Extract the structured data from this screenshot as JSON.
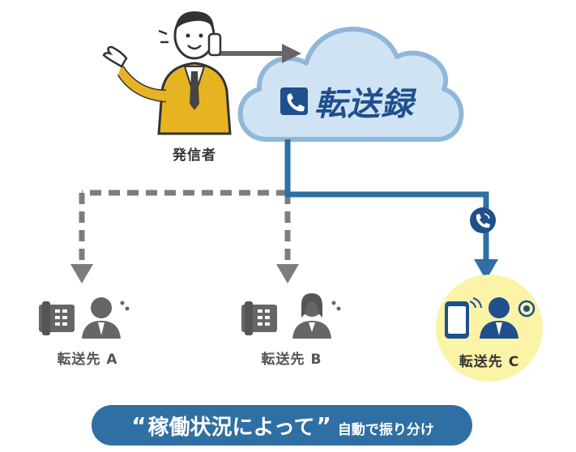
{
  "brand": {
    "name": "転送録",
    "icon": "phone-square-icon",
    "color": "#1f4f8c"
  },
  "caller": {
    "label": "発信者",
    "icon": "businessman-on-phone-icon"
  },
  "destinations": [
    {
      "label": "転送先 A",
      "status": "unavailable"
    },
    {
      "label": "転送先 B",
      "status": "unavailable"
    },
    {
      "label": "転送先 C",
      "status": "connected"
    }
  ],
  "banner": {
    "quote_open": "“",
    "main": "稼働状況によって",
    "quote_close": "”",
    "sub": "自動で振り分け"
  },
  "colors": {
    "cloud_fill": "#cfe3f4",
    "cloud_stroke": "#8fb7da",
    "route_active": "#2f6fa3",
    "route_inactive": "#7d7d7d",
    "highlight": "#fbf3a6",
    "suit": "#e6b422",
    "banner_bg": "#2f6fa3"
  }
}
